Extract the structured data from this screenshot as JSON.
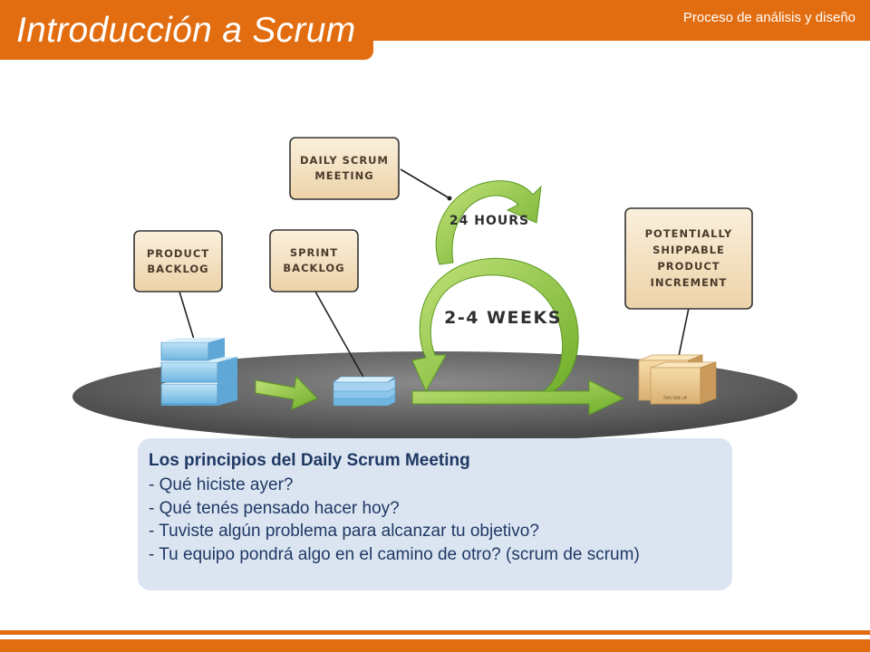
{
  "header": {
    "title": "Introducción a Scrum",
    "subtitle": "Proceso de análisis y diseño"
  },
  "diagram": {
    "product_backlog": [
      "PRODUCT",
      "BACKLOG"
    ],
    "sprint_backlog": [
      "SPRINT",
      "BACKLOG"
    ],
    "daily_meeting": [
      "DAILY SCRUM",
      "MEETING"
    ],
    "increment": [
      "POTENTIALLY",
      "SHIPPABLE",
      "PRODUCT",
      "INCREMENT"
    ],
    "hours_label": "24 HOURS",
    "weeks_label": "2-4 WEEKS",
    "box_print": "THIS SIDE UP"
  },
  "info": {
    "heading": "Los principios del Daily Scrum Meeting",
    "items": [
      "- Qué hiciste ayer?",
      "- Qué tenés pensado hacer hoy?",
      "- Tuviste algún problema para alcanzar tu objetivo?",
      "- Tu equipo pondrá algo en el camino de otro? (scrum de scrum)"
    ]
  },
  "colors": {
    "accent": "#e26d10",
    "info_background": "#dbe5f1",
    "info_text": "#1f3864",
    "arrow_green": "#8cc63f",
    "label_box": "#f3dfc0"
  }
}
